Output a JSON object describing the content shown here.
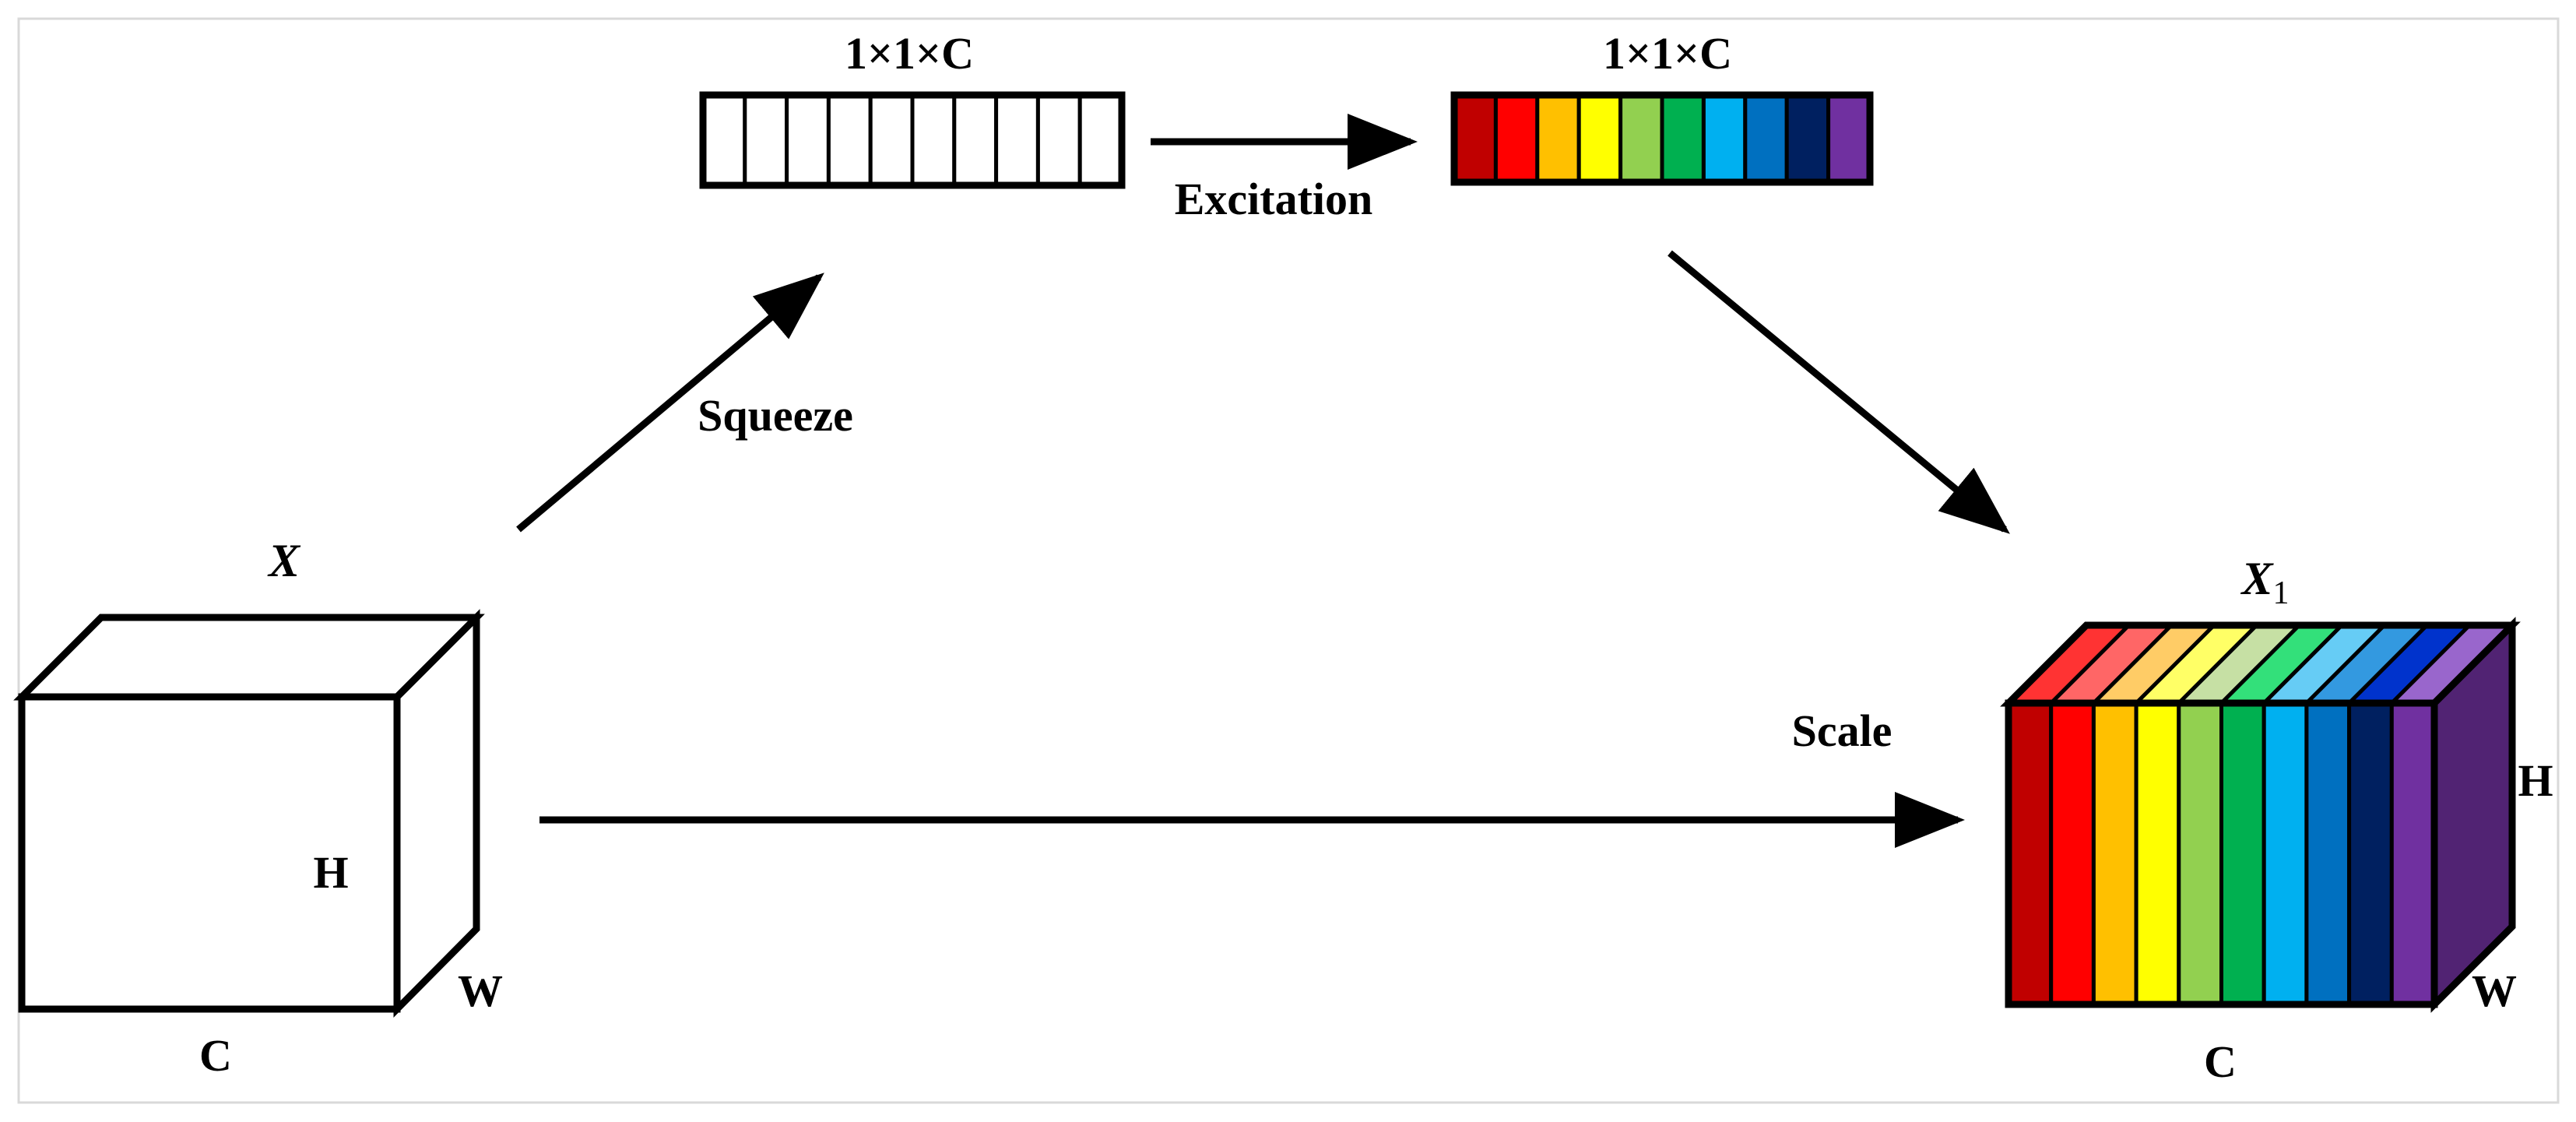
{
  "labels": {
    "squeeze_dims": "1×1×C",
    "excitation_dims": "1×1×C",
    "excitation": "Excitation",
    "squeeze": "Squeeze",
    "scale": "Scale",
    "input": {
      "name": "X",
      "height": "H",
      "width": "W",
      "channels": "C"
    },
    "output": {
      "name": "X",
      "name_subscript": "1",
      "height": "H",
      "width": "W",
      "channels": "C"
    }
  },
  "squeeze_vector": {
    "cells": 10
  },
  "excitation_vector": {
    "colors": [
      "#c00000",
      "#ff0000",
      "#ffc000",
      "#ffff00",
      "#92d050",
      "#00b050",
      "#00b0f0",
      "#0070c0",
      "#002060",
      "#7030a0"
    ]
  },
  "output_tensor": {
    "front_colors": [
      "#c00000",
      "#ff0000",
      "#ffc000",
      "#ffff00",
      "#92d050",
      "#00b050",
      "#00b0f0",
      "#0070c0",
      "#002060",
      "#7030a0"
    ],
    "top_colors": [
      "#ff3333",
      "#ff6666",
      "#ffcc66",
      "#ffff66",
      "#c6e0a4",
      "#33e07a",
      "#66ccf5",
      "#3399e0",
      "#0033cc",
      "#9966cc"
    ],
    "side_color": "#512373"
  },
  "input_tensor": {
    "front_color": "#ffffff",
    "side_color": "#e3e3e3"
  }
}
